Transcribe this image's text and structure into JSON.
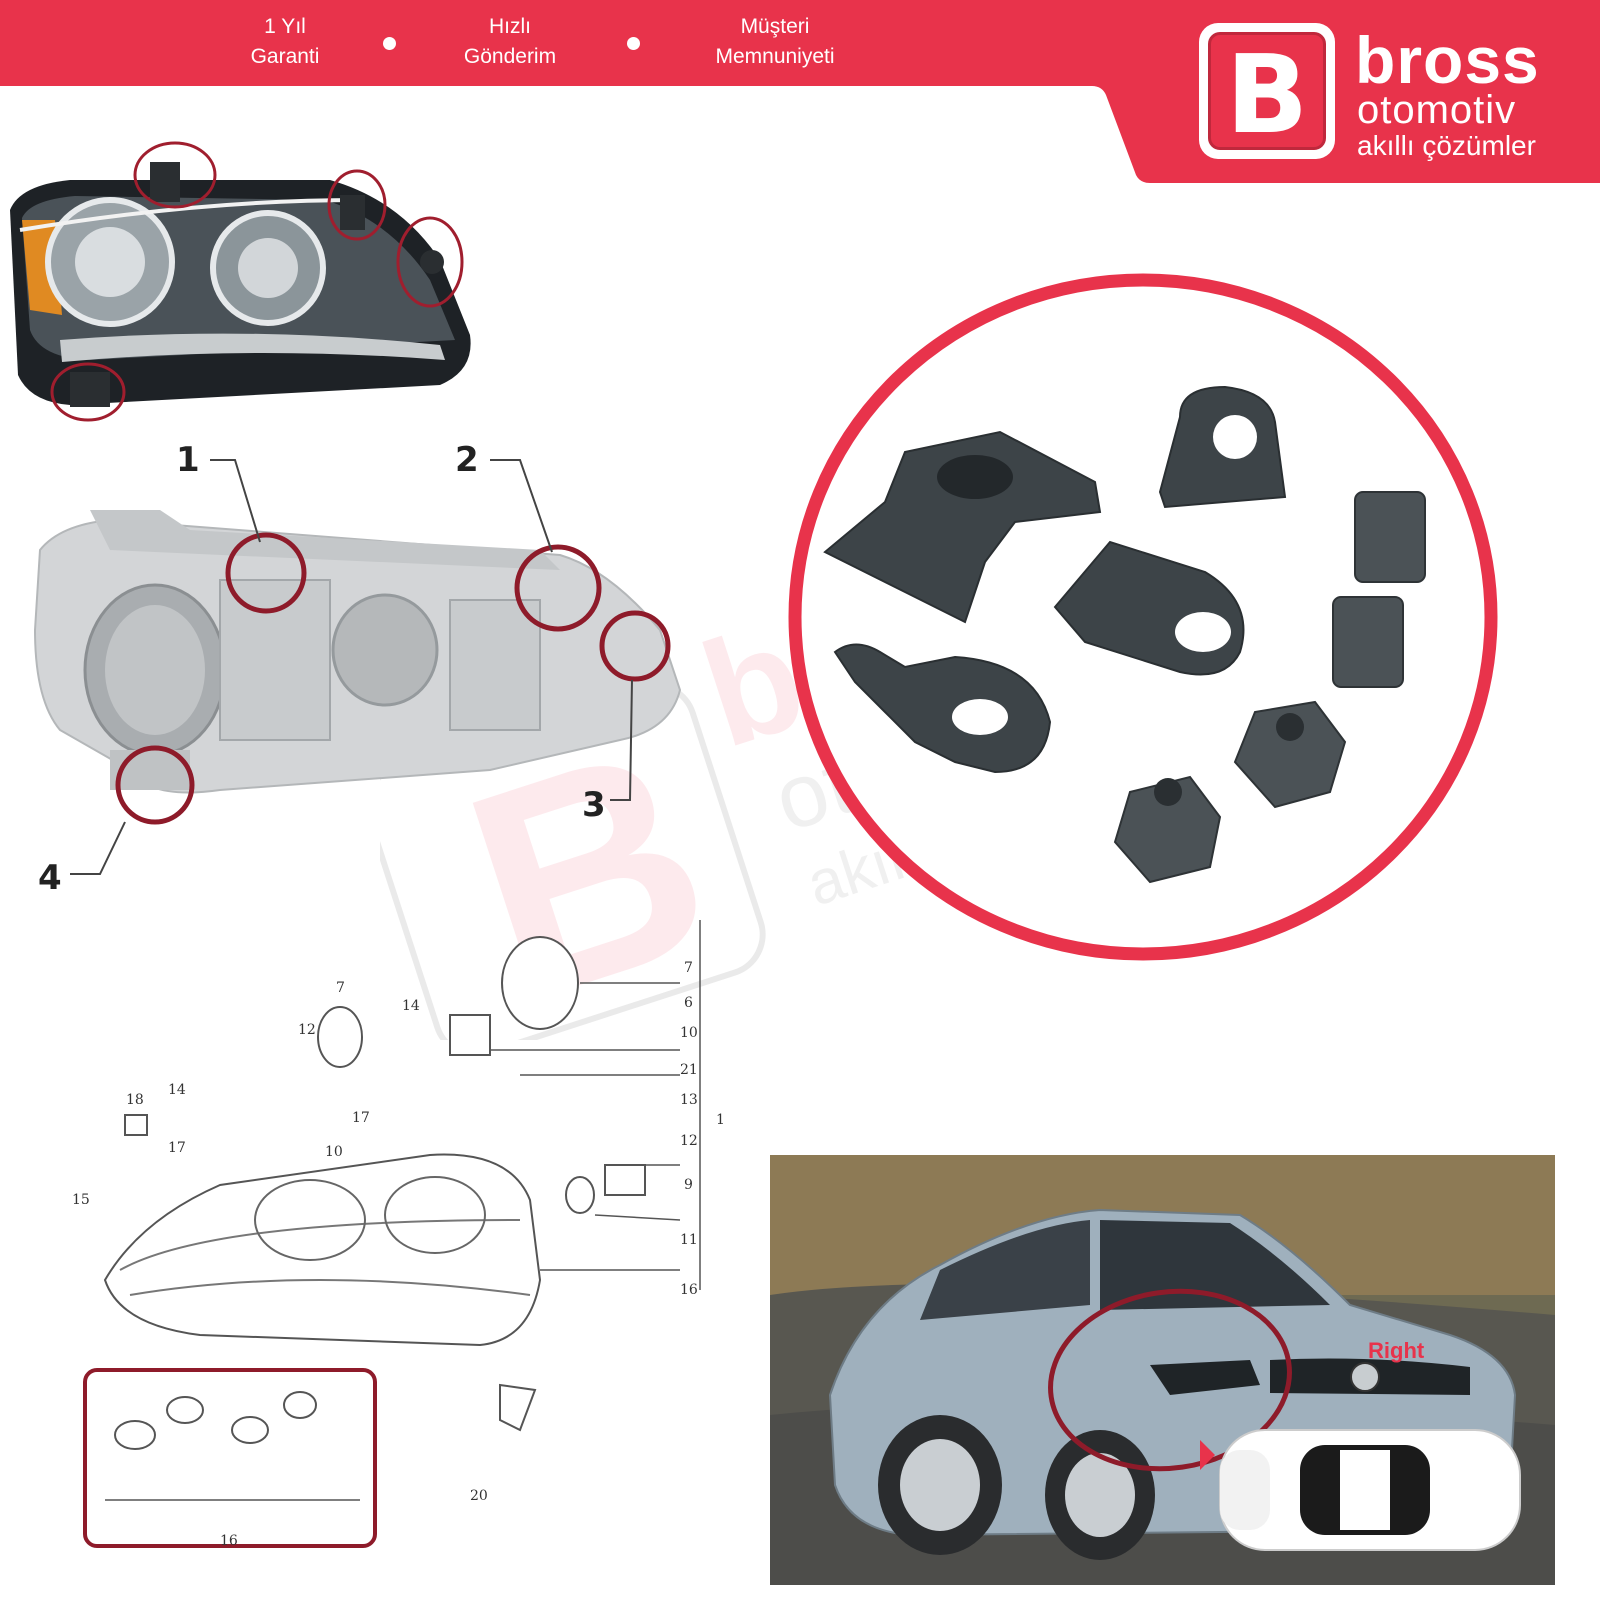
{
  "banner": {
    "features": [
      {
        "line1": "1 Yıl",
        "line2": "Garanti"
      },
      {
        "line1": "Hızlı",
        "line2": "Gönderim"
      },
      {
        "line1": "Müşteri",
        "line2": "Memnuniyeti"
      }
    ],
    "color": "#e8334b"
  },
  "logo": {
    "letter": "B",
    "brand": "bross",
    "sub": "otomotiv",
    "tagline": "akıllı çözümler"
  },
  "watermark": {
    "letter": "B",
    "brand": "bross",
    "sub": "otomotiv",
    "tagline": "akıllı çözümler"
  },
  "callouts": [
    "1",
    "2",
    "3",
    "4"
  ],
  "parts_diagram": {
    "labels": [
      "7",
      "6",
      "10",
      "21",
      "13",
      "12",
      "9",
      "11",
      "16",
      "1",
      "7",
      "12",
      "14",
      "14",
      "18",
      "17",
      "17",
      "10",
      "15",
      "20",
      "16"
    ]
  },
  "car": {
    "side_label": "Right"
  },
  "colors": {
    "accent": "#e8334b",
    "dark_plastic": "#3d4448",
    "diagram_gray": "#cfd2d4"
  }
}
